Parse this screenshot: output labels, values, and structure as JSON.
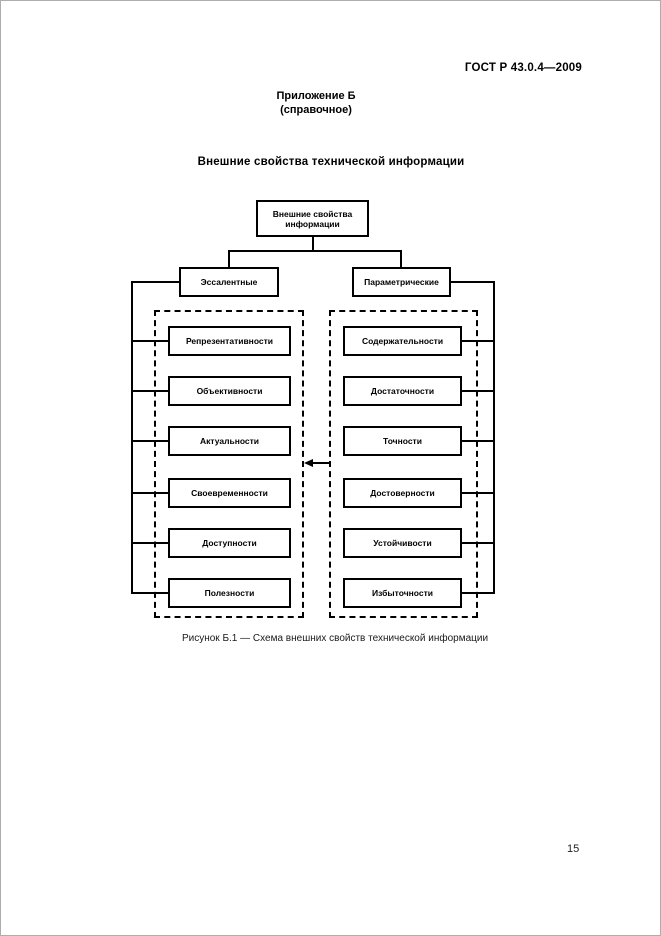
{
  "page": {
    "header": "ГОСТ Р 43.0.4—2009",
    "appendix_line1": "Приложение Б",
    "appendix_line2": "(справочное)",
    "title": "Внешние свойства технической информации",
    "caption": "Рисунок Б.1 — Схема внешних свойств технической информации",
    "page_number": "15"
  },
  "diagram": {
    "root": "Внешние свойства информации",
    "branches": {
      "left": "Эссалентные",
      "right": "Параметрические"
    },
    "left_properties": [
      "Репрезентативности",
      "Объективности",
      "Актуальности",
      "Своевременности",
      "Доступности",
      "Полезности"
    ],
    "right_properties": [
      "Содержательности",
      "Достаточности",
      "Точности",
      "Достоверности",
      "Устойчивости",
      "Избыточности"
    ],
    "colors": {
      "line": "#000000",
      "background": "#ffffff"
    }
  }
}
